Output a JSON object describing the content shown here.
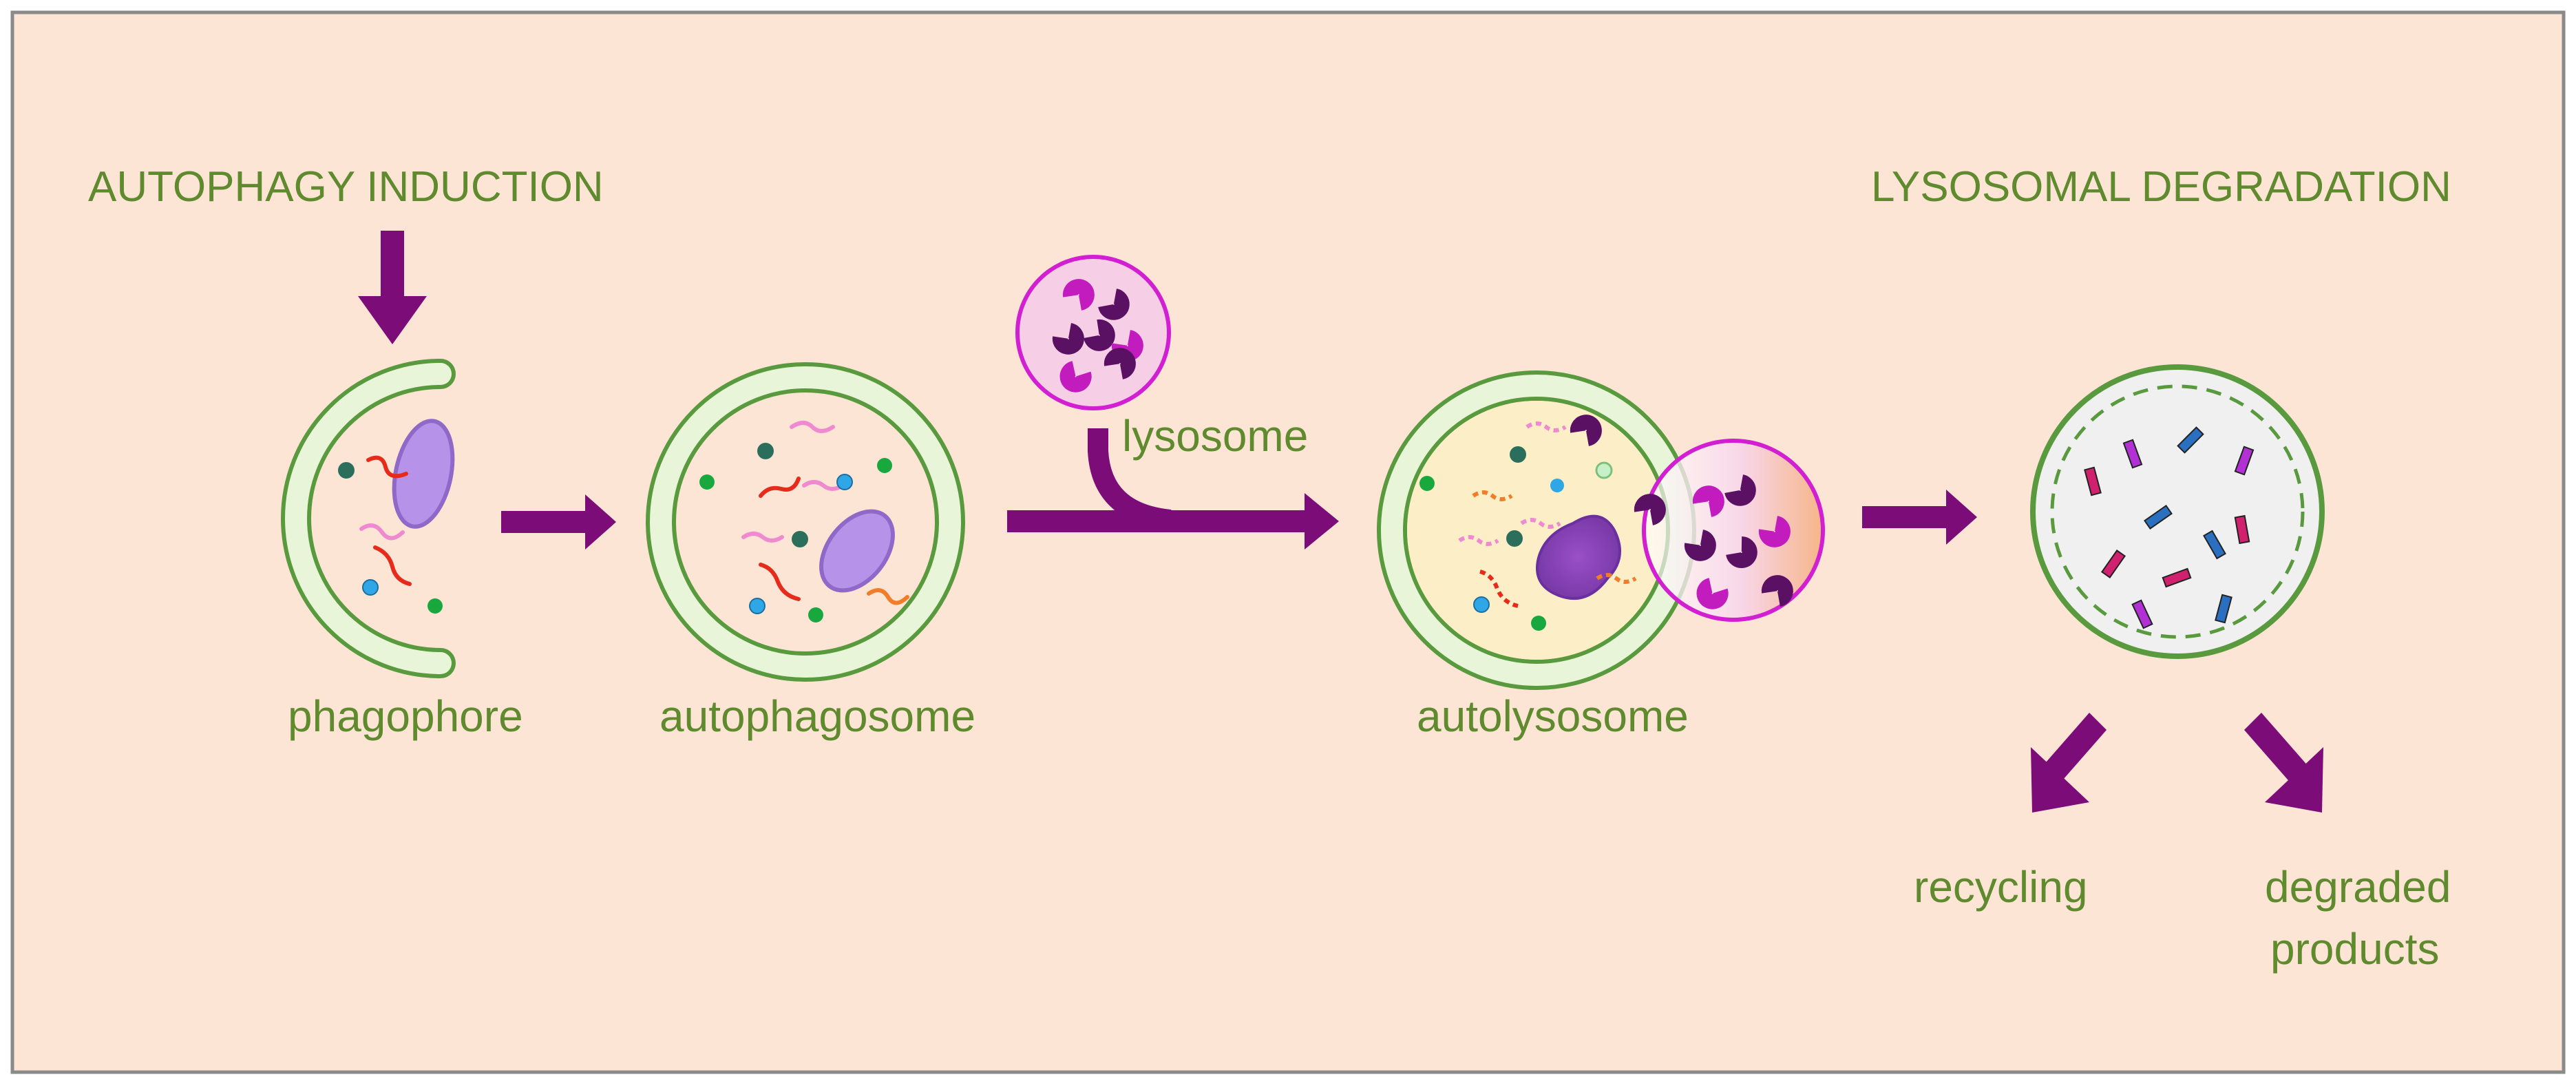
{
  "colors": {
    "background": "#fde5d6",
    "frame": "#8a8a8a",
    "text_green": "#5f8a2e",
    "arrow_purple": "#7c0d78",
    "membrane_green": "#5a9a3e",
    "membrane_fill": "#e8f5d8",
    "lysosome_outline": "#d21fd2",
    "lysosome_fill": "#f6cfe6",
    "enzyme_magenta": "#c21cbf",
    "enzyme_dark": "#5a1163",
    "cytoplasm_yellow": "#fcefc8",
    "degradation_fill": "#f0f0f0",
    "fragment_magenta": "#d0206e",
    "fragment_blue": "#2a6fc0",
    "fragment_purple": "#b231d4",
    "organelle_violet": "#b693e8",
    "cargo_red": "#e62b1b",
    "cargo_pink": "#f08ad0",
    "cargo_orange": "#f07d2a",
    "dot_green": "#18a83e",
    "dot_darkgreen": "#2c6e5c",
    "dot_blue": "#2fa7e6"
  },
  "headings": {
    "induction": "AUTOPHAGY INDUCTION",
    "degradation": "LYSOSOMAL DEGRADATION"
  },
  "labels": {
    "phagophore": "phagophore",
    "autophagosome": "autophagosome",
    "lysosome": "lysosome",
    "autolysosome": "autolysosome",
    "recycling": "recycling",
    "degraded_line1": "degraded",
    "degraded_line2": "products"
  }
}
